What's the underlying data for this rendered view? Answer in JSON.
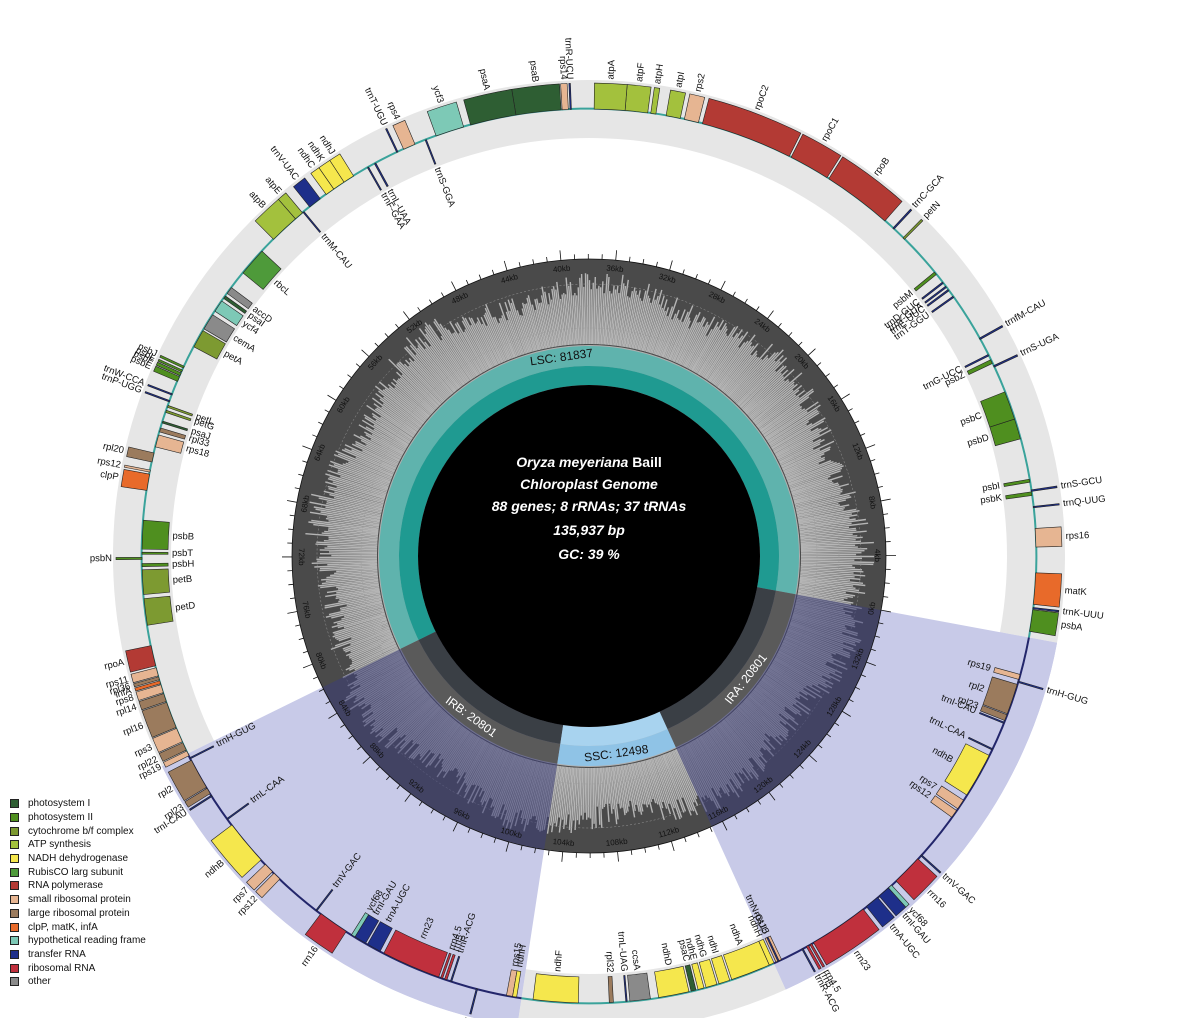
{
  "genome": {
    "species": "Oryza meyeriana",
    "author": "Baill",
    "subtitle": "Chloroplast Genome",
    "genes_summary": "88 genes; 8 rRNAs; 37 tRNAs",
    "length_label": "135,937 bp",
    "gc_label": "GC: 39 %",
    "total_length": 135937
  },
  "regions": [
    {
      "label": "LSC: 81837",
      "start": 0,
      "end": 81837,
      "color": "#5fb3ad"
    },
    {
      "label": "IRB: 20801",
      "start": 81837,
      "end": 102638,
      "color": "#5a5a5a"
    },
    {
      "label": "SSC: 12498",
      "start": 102638,
      "end": 115136,
      "color": "#8fc3e6"
    },
    {
      "label": "IRA: 20801",
      "start": 115136,
      "end": 135937,
      "color": "#5a5a5a"
    }
  ],
  "ticks": [
    "4kb",
    "8kb",
    "12kb",
    "16kb",
    "20kb",
    "24kb",
    "28kb",
    "32kb",
    "36kb",
    "40kb",
    "44kb",
    "48kb",
    "52kb",
    "56kb",
    "60kb",
    "64kb",
    "68kb",
    "72kb",
    "76kb",
    "80kb",
    "84kb",
    "88kb",
    "92kb",
    "96kb",
    "100kb",
    "104kb",
    "108kb",
    "112kb",
    "116kb",
    "120kb",
    "124kb",
    "128kb",
    "132kb"
  ],
  "zero_tick": "0kb",
  "categories": {
    "ps1": {
      "name": "photosystem I",
      "color": "#2e5e33"
    },
    "ps2": {
      "name": "photosystem II",
      "color": "#4f8f1f"
    },
    "cyt": {
      "name": "cytochrome b/f complex",
      "color": "#7d9a31"
    },
    "atp": {
      "name": "ATP synthesis",
      "color": "#a3c13d"
    },
    "ndh": {
      "name": "NADH dehydrogenase",
      "color": "#f5e74d"
    },
    "rbc": {
      "name": "RubisCO larg subunit",
      "color": "#4e9a3a"
    },
    "rpo": {
      "name": "RNA polymerase",
      "color": "#b33a34"
    },
    "rps": {
      "name": "small ribosomal protein",
      "color": "#e6b592"
    },
    "rpl": {
      "name": "large ribosomal protein",
      "color": "#9b7b5d"
    },
    "clp": {
      "name": "clpP, matK, infA",
      "color": "#e86a2a"
    },
    "ycf": {
      "name": "hypothetical reading frame",
      "color": "#7dc9b6"
    },
    "trn": {
      "name": "transfer RNA",
      "color": "#1e2f8a"
    },
    "rrn": {
      "name": "ribosomal RNA",
      "color": "#c0303d"
    },
    "oth": {
      "name": "other",
      "color": "#8a8a8a"
    }
  },
  "legend_order": [
    "ps1",
    "ps2",
    "cyt",
    "atp",
    "ndh",
    "rbc",
    "rpo",
    "rps",
    "rpl",
    "clp",
    "ycf",
    "trn",
    "rrn",
    "oth"
  ],
  "genes": [
    {
      "name": "psbA",
      "cat": "ps2",
      "start": 300,
      "end": 1360,
      "out": true
    },
    {
      "name": "matK",
      "cat": "clp",
      "start": 1620,
      "end": 3150,
      "out": true
    },
    {
      "name": "trnK-UUU",
      "cat": "trn",
      "start": 1400,
      "end": 1470,
      "out": true
    },
    {
      "name": "rps16",
      "cat": "rps",
      "start": 4400,
      "end": 5300,
      "out": true
    },
    {
      "name": "trnQ-UUG",
      "cat": "trn",
      "start": 6300,
      "end": 6370,
      "out": true
    },
    {
      "name": "trnS-GCU",
      "cat": "trn",
      "start": 7100,
      "end": 7180,
      "out": true
    },
    {
      "name": "psbK",
      "cat": "ps2",
      "start": 6900,
      "end": 7080,
      "out": false
    },
    {
      "name": "psbI",
      "cat": "ps2",
      "start": 7550,
      "end": 7700,
      "out": false
    },
    {
      "name": "psbD",
      "cat": "ps2",
      "start": 9700,
      "end": 10700,
      "out": false
    },
    {
      "name": "psbC",
      "cat": "ps2",
      "start": 10700,
      "end": 12100,
      "out": false
    },
    {
      "name": "trnS-UGA",
      "cat": "trn",
      "start": 13400,
      "end": 13480,
      "out": true
    },
    {
      "name": "psbZ",
      "cat": "ps2",
      "start": 13600,
      "end": 13800,
      "out": false
    },
    {
      "name": "trnG-UCC",
      "cat": "trn",
      "start": 14000,
      "end": 14080,
      "out": false
    },
    {
      "name": "trnfM-CAU",
      "cat": "trn",
      "start": 14900,
      "end": 14980,
      "out": true
    },
    {
      "name": "trnT-GGU",
      "cat": "trn",
      "start": 17300,
      "end": 17380,
      "out": false
    },
    {
      "name": "trnE-UUC",
      "cat": "trn",
      "start": 17700,
      "end": 17780,
      "out": false
    },
    {
      "name": "trnY-GUA",
      "cat": "trn",
      "start": 17900,
      "end": 17980,
      "out": false
    },
    {
      "name": "trnD-GUC",
      "cat": "trn",
      "start": 18150,
      "end": 18230,
      "out": false
    },
    {
      "name": "psbM",
      "cat": "ps2",
      "start": 18700,
      "end": 18850,
      "out": false
    },
    {
      "name": "petN",
      "cat": "cyt",
      "start": 21000,
      "end": 21100,
      "out": true
    },
    {
      "name": "trnC-GCA",
      "cat": "trn",
      "start": 21700,
      "end": 21780,
      "out": true
    },
    {
      "name": "rpoB",
      "cat": "rpo",
      "start": 22300,
      "end": 25700,
      "out": true
    },
    {
      "name": "rpoC1",
      "cat": "rpo",
      "start": 25800,
      "end": 27800,
      "out": true
    },
    {
      "name": "rpoC2",
      "cat": "rpo",
      "start": 27900,
      "end": 32400,
      "out": true
    },
    {
      "name": "rps2",
      "cat": "rps",
      "start": 32600,
      "end": 33300,
      "out": true
    },
    {
      "name": "atpI",
      "cat": "atp",
      "start": 33500,
      "end": 34200,
      "out": true
    },
    {
      "name": "atpH",
      "cat": "atp",
      "start": 34700,
      "end": 34950,
      "out": true
    },
    {
      "name": "atpF",
      "cat": "atp",
      "start": 35100,
      "end": 36200,
      "out": true
    },
    {
      "name": "atpA",
      "cat": "atp",
      "start": 36200,
      "end": 37700,
      "out": true
    },
    {
      "name": "trnR-UCU",
      "cat": "trn",
      "start": 38800,
      "end": 38870,
      "out": true
    },
    {
      "name": "rps14",
      "cat": "rps",
      "start": 38950,
      "end": 39250,
      "out": true
    },
    {
      "name": "psaB",
      "cat": "ps1",
      "start": 39300,
      "end": 41500,
      "out": true
    },
    {
      "name": "psaA",
      "cat": "ps1",
      "start": 41500,
      "end": 43750,
      "out": true
    },
    {
      "name": "ycf3",
      "cat": "ycf",
      "start": 44100,
      "end": 45500,
      "out": true
    },
    {
      "name": "trnS-GGA",
      "cat": "trn",
      "start": 46000,
      "end": 46070,
      "out": false
    },
    {
      "name": "rps4",
      "cat": "rps",
      "start": 46600,
      "end": 47200,
      "out": true
    },
    {
      "name": "trnT-UGU",
      "cat": "trn",
      "start": 47500,
      "end": 47570,
      "out": true
    },
    {
      "name": "trnL-UAA",
      "cat": "trn",
      "start": 48700,
      "end": 48780,
      "out": false
    },
    {
      "name": "trnF-GAA",
      "cat": "trn",
      "start": 49100,
      "end": 49170,
      "out": false
    },
    {
      "name": "ndhJ",
      "cat": "ndh",
      "start": 49950,
      "end": 50500,
      "out": true
    },
    {
      "name": "ndhK",
      "cat": "ndh",
      "start": 50500,
      "end": 51100,
      "out": true
    },
    {
      "name": "ndhC",
      "cat": "ndh",
      "start": 51100,
      "end": 51550,
      "out": true
    },
    {
      "name": "trnV-UAC",
      "cat": "trn",
      "start": 51900,
      "end": 52550,
      "out": true
    },
    {
      "name": "trnM-CAU",
      "cat": "trn",
      "start": 52900,
      "end": 52970,
      "out": false
    },
    {
      "name": "atpE",
      "cat": "atp",
      "start": 53000,
      "end": 53450,
      "out": true
    },
    {
      "name": "atpB",
      "cat": "atp",
      "start": 53450,
      "end": 54900,
      "out": true
    },
    {
      "name": "rbcL",
      "cat": "rbc",
      "start": 55700,
      "end": 57100,
      "out": false
    },
    {
      "name": "accD",
      "cat": "oth",
      "start": 58000,
      "end": 58350,
      "out": false
    },
    {
      "name": "psaI",
      "cat": "ps1",
      "start": 58500,
      "end": 58650,
      "out": false
    },
    {
      "name": "ycf4",
      "cat": "ycf",
      "start": 58800,
      "end": 59400,
      "out": false
    },
    {
      "name": "cemA",
      "cat": "oth",
      "start": 59600,
      "end": 60400,
      "out": false
    },
    {
      "name": "petA",
      "cat": "cyt",
      "start": 60500,
      "end": 61400,
      "out": false
    },
    {
      "name": "psbJ",
      "cat": "ps2",
      "start": 62450,
      "end": 62550,
      "out": true
    },
    {
      "name": "psbL",
      "cat": "ps2",
      "start": 62650,
      "end": 62750,
      "out": true
    },
    {
      "name": "psbF",
      "cat": "ps2",
      "start": 62800,
      "end": 62950,
      "out": true
    },
    {
      "name": "psbE",
      "cat": "ps2",
      "start": 63000,
      "end": 63250,
      "out": true
    },
    {
      "name": "trnW-CCA",
      "cat": "trn",
      "start": 63900,
      "end": 63970,
      "out": true
    },
    {
      "name": "trnP-UGG",
      "cat": "trn",
      "start": 64250,
      "end": 64320,
      "out": true
    },
    {
      "name": "petL",
      "cat": "cyt",
      "start": 64500,
      "end": 64600,
      "out": false
    },
    {
      "name": "petG",
      "cat": "cyt",
      "start": 64750,
      "end": 64860,
      "out": false
    },
    {
      "name": "psaJ",
      "cat": "ps1",
      "start": 65300,
      "end": 65400,
      "out": false
    },
    {
      "name": "rpl33",
      "cat": "rpl",
      "start": 65650,
      "end": 65850,
      "out": false
    },
    {
      "name": "rps18",
      "cat": "rps",
      "start": 66000,
      "end": 66600,
      "out": false
    },
    {
      "name": "rpl20",
      "cat": "rpl",
      "start": 66900,
      "end": 67350,
      "out": true
    },
    {
      "name": "rps12",
      "cat": "rps",
      "start": 67750,
      "end": 67850,
      "out": true
    },
    {
      "name": "clpP",
      "cat": "clp",
      "start": 67950,
      "end": 68750,
      "out": true
    },
    {
      "name": "psbB",
      "cat": "ps2",
      "start": 70200,
      "end": 71600,
      "out": false
    },
    {
      "name": "psbT",
      "cat": "ps2",
      "start": 71750,
      "end": 71850,
      "out": false
    },
    {
      "name": "psbN",
      "cat": "ps2",
      "start": 72000,
      "end": 72100,
      "out": true
    },
    {
      "name": "psbH",
      "cat": "ps2",
      "start": 72300,
      "end": 72450,
      "out": false
    },
    {
      "name": "petB",
      "cat": "cyt",
      "start": 72600,
      "end": 73800,
      "out": false
    },
    {
      "name": "petD",
      "cat": "cyt",
      "start": 74000,
      "end": 75300,
      "out": false
    },
    {
      "name": "rpoA",
      "cat": "rpo",
      "start": 76300,
      "end": 77300,
      "out": true
    },
    {
      "name": "rps11",
      "cat": "rps",
      "start": 77400,
      "end": 77800,
      "out": true
    },
    {
      "name": "rpl36",
      "cat": "rpl",
      "start": 77850,
      "end": 78000,
      "out": true
    },
    {
      "name": "infA",
      "cat": "clp",
      "start": 78050,
      "end": 78200,
      "out": true
    },
    {
      "name": "rps8",
      "cat": "rps",
      "start": 78250,
      "end": 78650,
      "out": true
    },
    {
      "name": "rpl14",
      "cat": "rpl",
      "start": 78700,
      "end": 79100,
      "out": true
    },
    {
      "name": "rpl16",
      "cat": "rpl",
      "start": 79150,
      "end": 80450,
      "out": true
    },
    {
      "name": "rps3",
      "cat": "rps",
      "start": 80500,
      "end": 81200,
      "out": true
    },
    {
      "name": "rpl22",
      "cat": "rpl",
      "start": 81250,
      "end": 81650,
      "out": true
    },
    {
      "name": "rps19",
      "cat": "rps",
      "start": 81700,
      "end": 81950,
      "out": true
    },
    {
      "name": "trnH-GUG",
      "cat": "trn",
      "start": 82050,
      "end": 82120,
      "out": false
    },
    {
      "name": "rpl2",
      "cat": "rpl",
      "start": 82200,
      "end": 83700,
      "out": true
    },
    {
      "name": "rpl23",
      "cat": "rpl",
      "start": 83750,
      "end": 84050,
      "out": true
    },
    {
      "name": "trnI-CAU",
      "cat": "trn",
      "start": 84150,
      "end": 84220,
      "out": true
    },
    {
      "name": "trnL-CAA",
      "cat": "trn",
      "start": 85500,
      "end": 85570,
      "out": false
    },
    {
      "name": "ndhB",
      "cat": "ndh",
      "start": 85900,
      "end": 88100,
      "out": true
    },
    {
      "name": "rps7",
      "cat": "rps",
      "start": 88400,
      "end": 88900,
      "out": true
    },
    {
      "name": "rps12",
      "cat": "rps",
      "start": 89000,
      "end": 89400,
      "out": true
    },
    {
      "name": "trnV-GAC",
      "cat": "trn",
      "start": 91700,
      "end": 91770,
      "out": false
    },
    {
      "name": "rrn16",
      "cat": "rrn",
      "start": 92000,
      "end": 93500,
      "out": true
    },
    {
      "name": "ycf68",
      "cat": "ycf",
      "start": 93800,
      "end": 94000,
      "out": false
    },
    {
      "name": "trnI-GAU",
      "cat": "trn",
      "start": 94000,
      "end": 94600,
      "out": false
    },
    {
      "name": "trnA-UGC",
      "cat": "trn",
      "start": 94700,
      "end": 95400,
      "out": false
    },
    {
      "name": "rrn23",
      "cat": "rrn",
      "start": 95600,
      "end": 98500,
      "out": false
    },
    {
      "name": "rrn4.5",
      "cat": "rrn",
      "start": 98600,
      "end": 98700,
      "out": false
    },
    {
      "name": "rrn5",
      "cat": "rrn",
      "start": 98800,
      "end": 98920,
      "out": false
    },
    {
      "name": "trnR-ACG",
      "cat": "trn",
      "start": 99100,
      "end": 99170,
      "out": false
    },
    {
      "name": "trnN-GUU",
      "cat": "trn",
      "start": 100400,
      "end": 100470,
      "out": true
    },
    {
      "name": "rps15",
      "cat": "rps",
      "start": 101900,
      "end": 102200,
      "out": false
    },
    {
      "name": "ndhH",
      "cat": "ndh",
      "start": 102200,
      "end": 102400,
      "out": false
    },
    {
      "name": "ndhF",
      "cat": "ndh",
      "start": 103200,
      "end": 105400,
      "out": false
    },
    {
      "name": "rpl32",
      "cat": "rpl",
      "start": 106900,
      "end": 107100,
      "out": false
    },
    {
      "name": "trnL-UAG",
      "cat": "trn",
      "start": 107700,
      "end": 107770,
      "out": false
    },
    {
      "name": "ccsA",
      "cat": "oth",
      "start": 107900,
      "end": 108900,
      "out": false
    },
    {
      "name": "ndhD",
      "cat": "ndh",
      "start": 109300,
      "end": 110800,
      "out": false
    },
    {
      "name": "psaC",
      "cat": "ps1",
      "start": 110900,
      "end": 111150,
      "out": false
    },
    {
      "name": "ndhE",
      "cat": "ndh",
      "start": 111250,
      "end": 111550,
      "out": false
    },
    {
      "name": "ndhG",
      "cat": "ndh",
      "start": 111650,
      "end": 112200,
      "out": false
    },
    {
      "name": "ndhI",
      "cat": "ndh",
      "start": 112300,
      "end": 112850,
      "out": false
    },
    {
      "name": "ndhA",
      "cat": "ndh",
      "start": 112950,
      "end": 114900,
      "out": false
    },
    {
      "name": "ndhH",
      "cat": "ndh",
      "start": 114900,
      "end": 115150,
      "out": false
    },
    {
      "name": "rps15",
      "cat": "rps",
      "start": 115250,
      "end": 115550,
      "out": false
    },
    {
      "name": "trnR-ACG",
      "cat": "trn",
      "start": 116650,
      "end": 116720,
      "out": true
    },
    {
      "name": "rrn5",
      "cat": "rrn",
      "start": 116900,
      "end": 117020,
      "out": true
    },
    {
      "name": "rrn4.5",
      "cat": "rrn",
      "start": 117100,
      "end": 117200,
      "out": true
    },
    {
      "name": "rrn23",
      "cat": "rrn",
      "start": 117300,
      "end": 120200,
      "out": true
    },
    {
      "name": "trnA-UGC",
      "cat": "trn",
      "start": 120400,
      "end": 121100,
      "out": true
    },
    {
      "name": "trnI-GAU",
      "cat": "trn",
      "start": 121200,
      "end": 121800,
      "out": true
    },
    {
      "name": "ycf68",
      "cat": "ycf",
      "start": 121800,
      "end": 122000,
      "out": true
    },
    {
      "name": "rrn16",
      "cat": "rrn",
      "start": 122300,
      "end": 123800,
      "out": true
    },
    {
      "name": "trnV-GAC",
      "cat": "trn",
      "start": 124000,
      "end": 124070,
      "out": true
    },
    {
      "name": "trnN-GUU",
      "cat": "trn",
      "start": 115350,
      "end": 115420,
      "out": false
    },
    {
      "name": "rps12",
      "cat": "rps",
      "start": 126400,
      "end": 126800,
      "out": false
    },
    {
      "name": "rps7",
      "cat": "rps",
      "start": 126900,
      "end": 127400,
      "out": false
    },
    {
      "name": "ndhB",
      "cat": "ndh",
      "start": 127700,
      "end": 129900,
      "out": false
    },
    {
      "name": "trnL-CAA",
      "cat": "trn",
      "start": 130200,
      "end": 130270,
      "out": false
    },
    {
      "name": "trnI-CAU",
      "cat": "trn",
      "start": 131600,
      "end": 131670,
      "out": false
    },
    {
      "name": "rpl23",
      "cat": "rpl",
      "start": 131750,
      "end": 132050,
      "out": false
    },
    {
      "name": "rpl2",
      "cat": "rpl",
      "start": 132100,
      "end": 133600,
      "out": false
    },
    {
      "name": "trnH-GUG",
      "cat": "trn",
      "start": 133700,
      "end": 133770,
      "out": true
    },
    {
      "name": "rps19",
      "cat": "rps",
      "start": 133850,
      "end": 134100,
      "out": false
    }
  ]
}
